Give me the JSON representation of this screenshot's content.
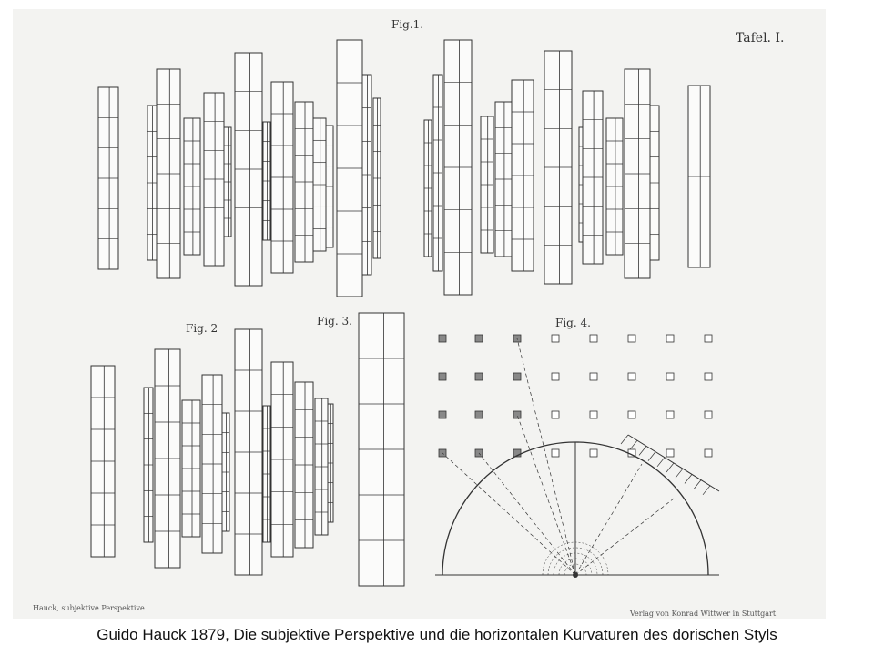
{
  "labels": {
    "fig1": "Fig.1.",
    "fig2": "Fig. 2",
    "fig3": "Fig. 3.",
    "fig4": "Fig. 4.",
    "tafel": "Tafel. I."
  },
  "footer": {
    "left": "Hauck, subjektive Perspektive",
    "right": "Verlag von Konrad Wittwer in Stuttgart."
  },
  "caption": "Guido Hauck 1879, Die subjektive Perspektive und die horizontalen Kurvaturen des dorischen Styls",
  "colors": {
    "ink": "#333333",
    "paper": "#f3f3f1",
    "grey_square": "#888888"
  }
}
